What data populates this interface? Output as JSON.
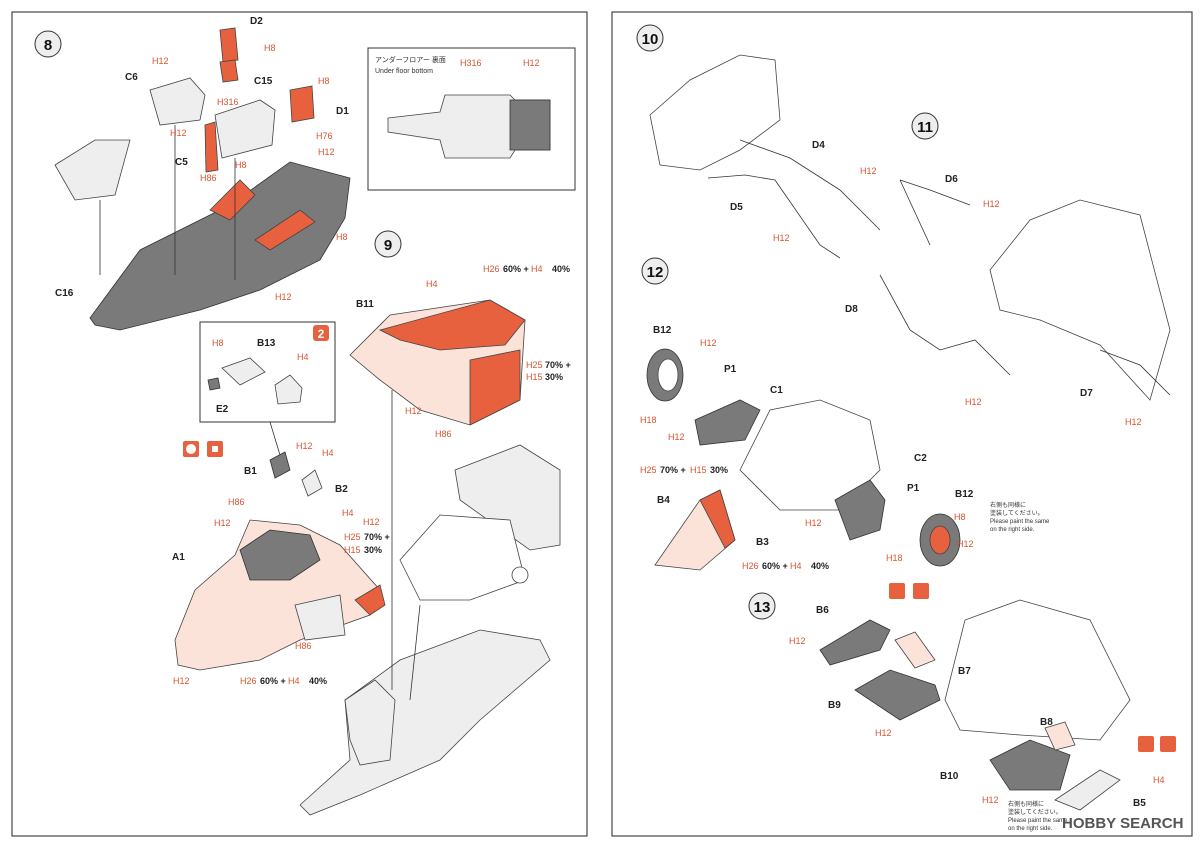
{
  "steps": {
    "s8": "8",
    "s9": "9",
    "s10": "10",
    "s11": "11",
    "s12": "12",
    "s13": "13"
  },
  "parts": {
    "D2": "D2",
    "C6": "C6",
    "C15": "C15",
    "D1": "D1",
    "C5": "C5",
    "C16": "C16",
    "B11": "B11",
    "B13": "B13",
    "E2": "E2",
    "B1": "B1",
    "B2": "B2",
    "A1": "A1",
    "D4": "D4",
    "D5": "D5",
    "D6": "D6",
    "D8": "D8",
    "D7": "D7",
    "B12a": "B12",
    "P1a": "P1",
    "C1": "C1",
    "C2": "C2",
    "P1b": "P1",
    "B12b": "B12",
    "B4": "B4",
    "B3": "B3",
    "B6": "B6",
    "B7": "B7",
    "B9": "B9",
    "B8": "B8",
    "B10": "B10",
    "B5": "B5"
  },
  "colors": {
    "h8": "H8",
    "h12": "H12",
    "h316": "H316",
    "h76": "H76",
    "h86": "H86",
    "h4": "H4",
    "h15": "H15",
    "h25": "H25",
    "h26": "H26",
    "h18": "H18"
  },
  "mixes": {
    "m1": "60% +",
    "m1b": "40%",
    "m2": "70% +",
    "m2b": "30%"
  },
  "insets": {
    "underfloor_jp": "アンダーフロアー 裏面",
    "underfloor_en": "Under floor bottom",
    "inset2": "2"
  },
  "notes": {
    "jp": "右側も同様に",
    "jp2": "塗装してください。",
    "en1": "Please paint the same",
    "en2": "on the right side."
  },
  "watermark": "HOBBY SEARCH",
  "accent": "#e8613f"
}
